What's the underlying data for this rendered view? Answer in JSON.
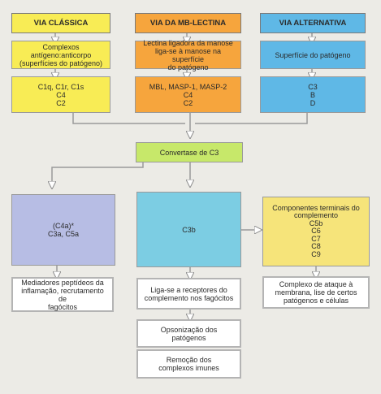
{
  "headers": {
    "classical": "VIA CLÁSSICA",
    "lectin": "VIA DA MB-LECTINA",
    "alternative": "VIA ALTERNATIVA"
  },
  "triggers": {
    "classical": [
      "Complexos antígeno:anticorpo",
      "(superfícies do patógeno)"
    ],
    "lectin": [
      "Lectina ligadora da manose",
      "liga-se à manose na superfície",
      "do patógeno"
    ],
    "alternative": [
      "Superfície do patógeno"
    ]
  },
  "components": {
    "classical": [
      "C1q, C1r, C1s",
      "C4",
      "C2"
    ],
    "lectin": [
      "MBL, MASP-1, MASP-2",
      "C4",
      "C2"
    ],
    "alternative": [
      "C3",
      "B",
      "D"
    ]
  },
  "convertase": "Convertase de C3",
  "products": {
    "anaphylatoxins": [
      "(C4a)*",
      "C3a, C5a"
    ],
    "c3b": "C3b",
    "terminal_title": [
      "Componentes terminais do",
      "complemento"
    ],
    "terminal_items": [
      "C5b",
      "C6",
      "C7",
      "C8",
      "C9"
    ]
  },
  "outcomes": {
    "inflammation": [
      "Mediadores peptídeos da",
      "inflamação, recrutamento de",
      "fagócitos"
    ],
    "receptors": [
      "Liga-se a receptores do",
      "complemento nos fagócitos"
    ],
    "opsonization": [
      "Opsonização dos",
      "patógenos"
    ],
    "removal": [
      "Remoção dos",
      "complexos imunes"
    ],
    "attack": [
      "Complexo de ataque à",
      "membrana, lise de certos",
      "patógenos e células"
    ]
  }
}
